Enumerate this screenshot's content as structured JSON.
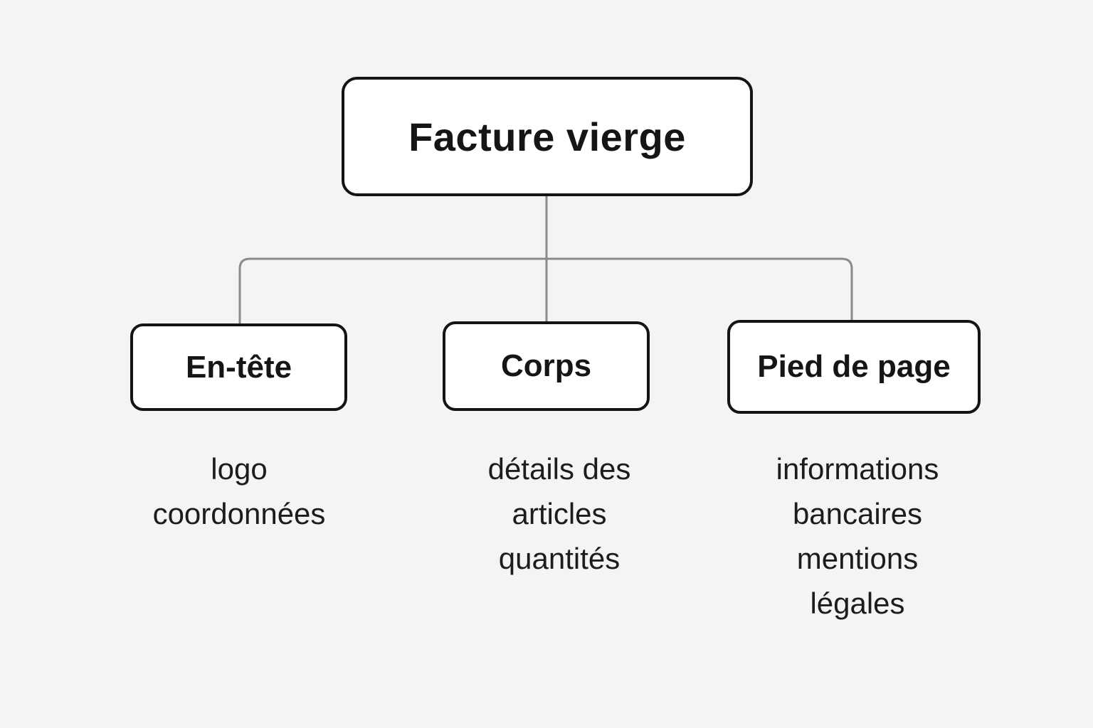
{
  "diagram": {
    "title": "Facture vierge",
    "root": {
      "label": "Facture vierge"
    },
    "children": [
      {
        "id": "en-tete",
        "label": "En-tête",
        "details": [
          "logo",
          "coordonnées"
        ]
      },
      {
        "id": "corps",
        "label": "Corps",
        "details": [
          "détails des",
          "articles",
          "quantités"
        ]
      },
      {
        "id": "pied-de-page",
        "label": "Pied de page",
        "details": [
          "informations",
          "bancaires",
          "mentions",
          "légales"
        ]
      }
    ],
    "colors": {
      "background": "#f5f4f2",
      "box_background": "#ffffff",
      "box_border": "#141414",
      "connector": "#8a8a8a",
      "text": "#1c1c1c"
    }
  }
}
